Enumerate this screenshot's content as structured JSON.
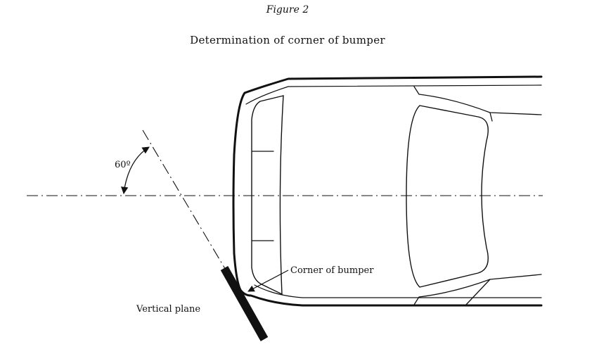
{
  "figure": {
    "label": "Figure 2",
    "title": "Determination of corner of bumper"
  },
  "annotations": {
    "angle": "60º",
    "corner": "Corner of bumper",
    "plane": "Vertical plane"
  }
}
